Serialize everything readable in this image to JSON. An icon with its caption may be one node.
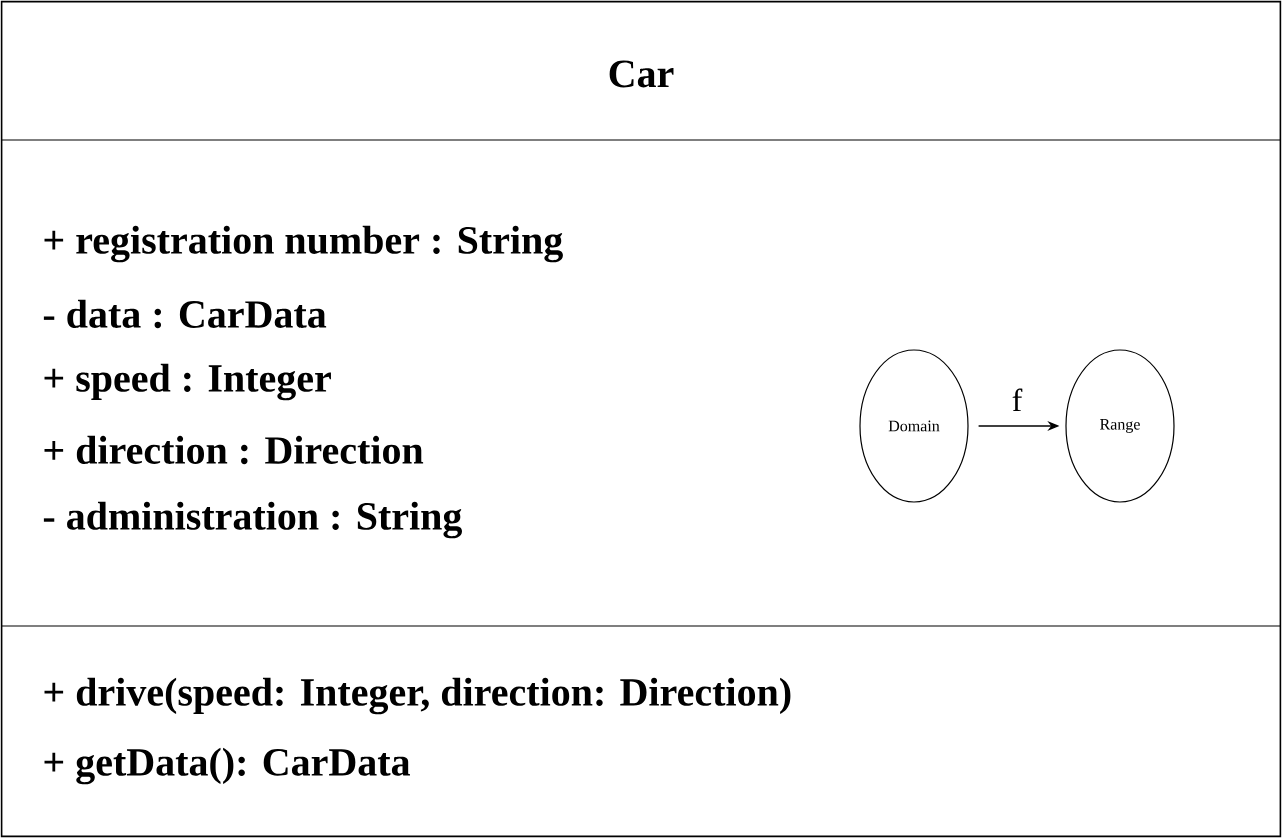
{
  "diagram": {
    "nodes": [
      {
        "text": [
          "Car",
          "+ registration number : String",
          "- data : CarData",
          "+ speed : Integer",
          "+ direction : Direction",
          "- administration : String",
          "+ drive(speed: Integer, direction: Direction)",
          "+ getData(): CarData"
        ]
      },
      {
        "text": [
          "Domain"
        ],
        "in": 0
      },
      {
        "text": [
          "Range"
        ],
        "in": 0
      }
    ],
    "edges": [
      {
        "from": 1,
        "to": 2,
        "arrow": "to",
        "label": "f"
      }
    ]
  }
}
